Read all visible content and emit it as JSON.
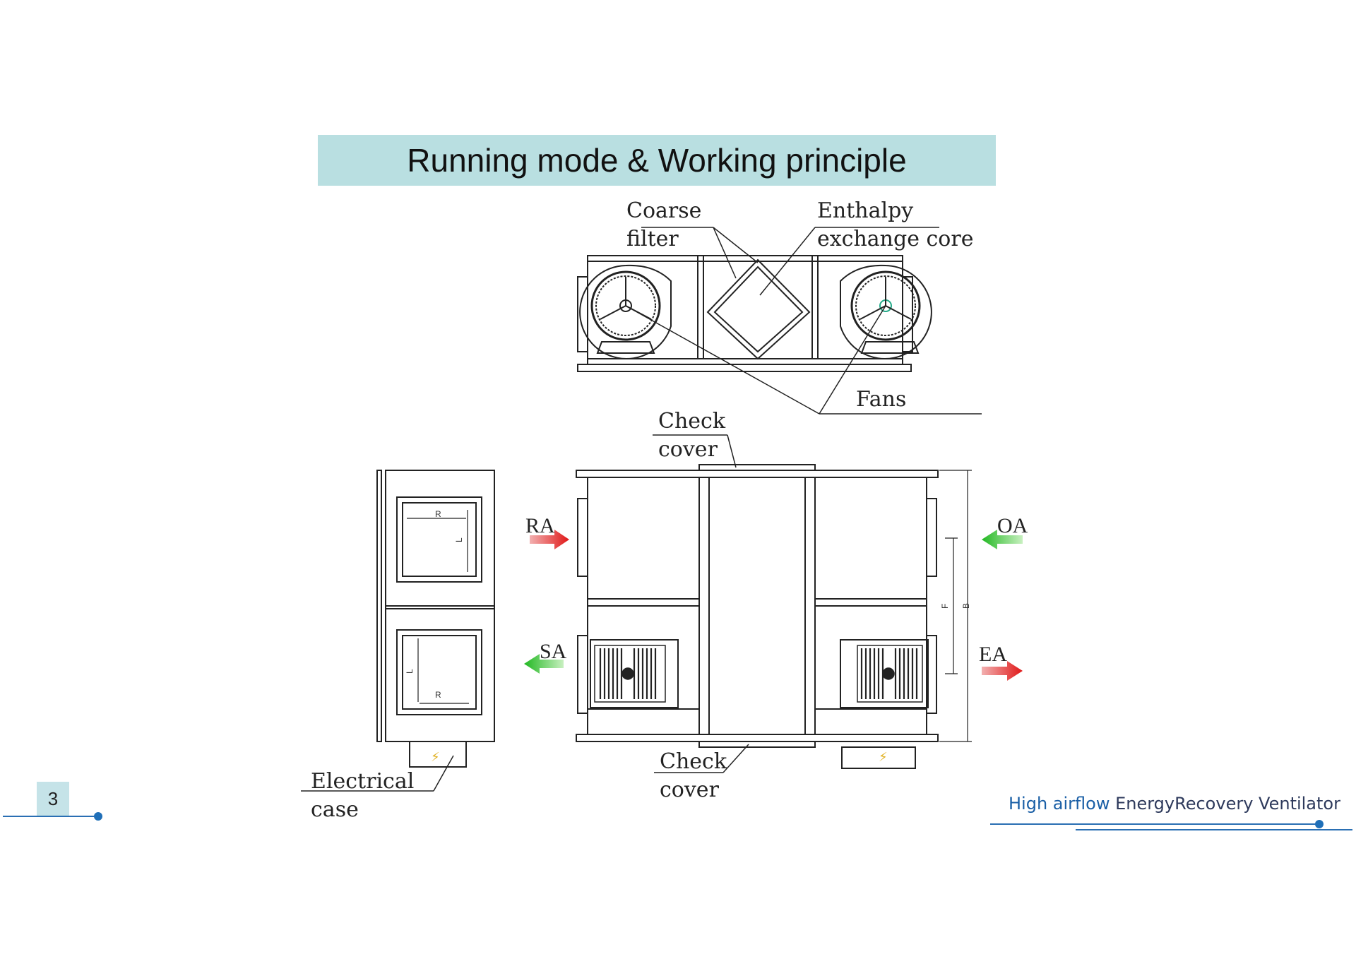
{
  "title": "Running mode & Working principle",
  "labels": {
    "coarse_filter_1": "Coarse",
    "coarse_filter_2": "filter",
    "enthalpy_1": "Enthalpy",
    "enthalpy_2": "exchange core",
    "fans": "Fans",
    "check_cover_top_1": "Check",
    "check_cover_top_2": "cover",
    "check_cover_bottom_1": "Check",
    "check_cover_bottom_2": "cover",
    "electrical_1": "Electrical",
    "electrical_2": "case",
    "ra": "RA",
    "oa": "OA",
    "sa": "SA",
    "ea": "EA",
    "dim_r": "R",
    "dim_l": "L",
    "dim_f": "F",
    "dim_b": "B"
  },
  "colors": {
    "title_band": "#b9dfe1",
    "arrow_red": "#e02020",
    "arrow_green": "#2fbf2f",
    "accent_blue": "#1f6fb8"
  },
  "page_number": "3",
  "footer": {
    "highlight": "High airflow",
    "rest": " EnergyRecovery Ventilator"
  }
}
